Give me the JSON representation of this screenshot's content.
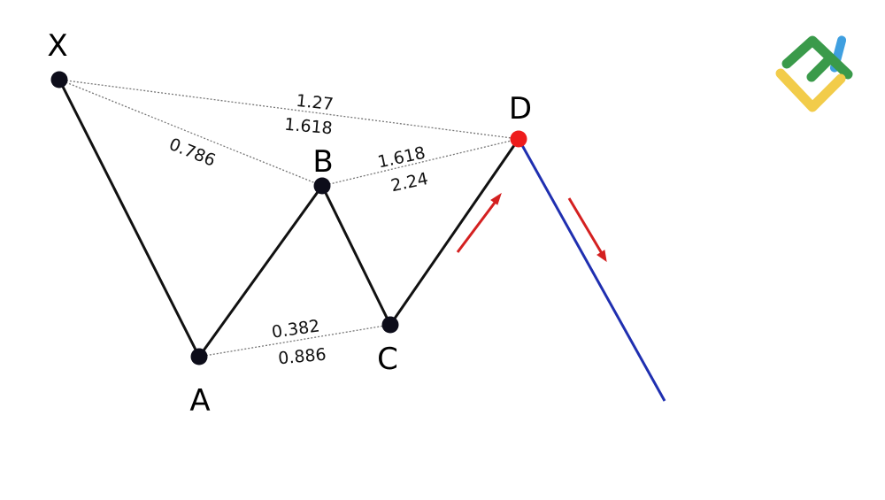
{
  "diagram": {
    "points": {
      "X": "X",
      "A": "A",
      "B": "B",
      "C": "C",
      "D": "D"
    },
    "ratios": {
      "xd_top": "1.27",
      "xd_bottom": "1.618",
      "xb": "0.786",
      "bd_top": "1.618",
      "bd_bottom": "2.24",
      "ac_top": "0.382",
      "ac_bottom": "0.886"
    },
    "colors": {
      "pattern_line": "#111111",
      "point": "#0d0d1a",
      "d_point": "#ee1c1c",
      "reversal_line": "#1f2fb0",
      "arrow": "#d42020",
      "logo_green": "#3a9a4a",
      "logo_blue": "#3f9fe0",
      "logo_yellow": "#f2cc4a"
    }
  }
}
